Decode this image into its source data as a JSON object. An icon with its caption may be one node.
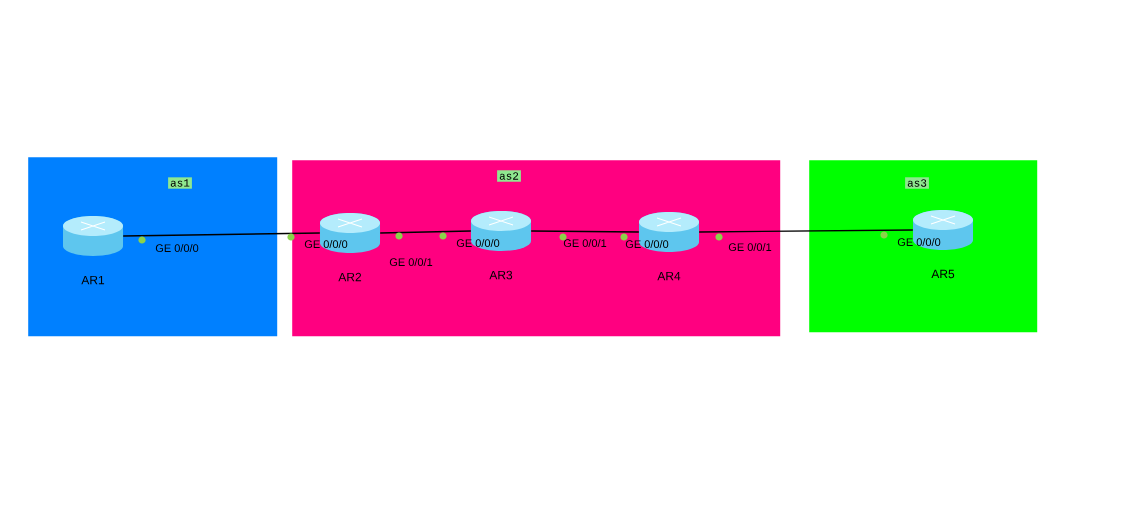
{
  "diagram": {
    "nodes": [
      {
        "text": [
          "as1"
        ]
      },
      {
        "text": [
          "AR1"
        ],
        "in": 0,
        "beside": [
          "GE 0/0/0"
        ]
      },
      {
        "text": [
          "as2"
        ]
      },
      {
        "text": [
          "AR2"
        ],
        "in": 2,
        "beside": [
          "GE 0/0/0",
          "GE 0/0/1"
        ]
      },
      {
        "text": [
          "AR3"
        ],
        "in": 2,
        "beside": [
          "GE 0/0/0",
          "GE 0/0/1"
        ]
      },
      {
        "text": [
          "AR4"
        ],
        "in": 2,
        "beside": [
          "GE 0/0/0",
          "GE 0/0/1"
        ]
      },
      {
        "text": [
          "as3"
        ]
      },
      {
        "text": [
          "AR5"
        ],
        "in": 6,
        "beside": [
          "GE 0/0/0"
        ]
      }
    ],
    "edges": [
      {
        "from": 1,
        "to": 3,
        "arrow": "none"
      },
      {
        "from": 3,
        "to": 4,
        "arrow": "none"
      },
      {
        "from": 4,
        "to": 5,
        "arrow": "none"
      },
      {
        "from": 5,
        "to": 7,
        "arrow": "none"
      }
    ]
  }
}
